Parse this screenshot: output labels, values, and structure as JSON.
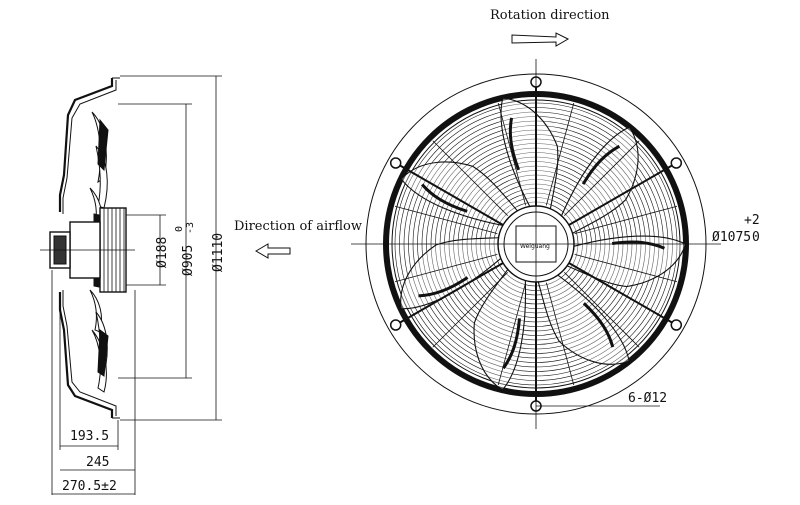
{
  "labels": {
    "rotation_direction": "Rotation direction",
    "airflow_direction": "Direction of airflow"
  },
  "dimensions": {
    "hub_diameter": "Ø188",
    "shroud_inner_diameter": "Ø905",
    "shroud_inner_tol_upper": "0",
    "shroud_inner_tol_lower": "-3",
    "overall_diameter": "Ø1110",
    "ring_diameter": "Ø1075",
    "ring_tol_upper": "+2",
    "ring_tol_lower": "0",
    "mounting_holes": "6-Ø12",
    "depth_1": "193.5",
    "depth_2": "245",
    "depth_3": "270.5±2"
  },
  "hub_brand": "Weiguang",
  "fan": {
    "blade_count": 7,
    "mounting_hole_count": 6
  },
  "colors": {
    "line": "#111111",
    "background": "#ffffff"
  },
  "icons": {
    "rotation_arrow": "right-arrow-icon",
    "airflow_arrow": "left-arrow-icon"
  }
}
